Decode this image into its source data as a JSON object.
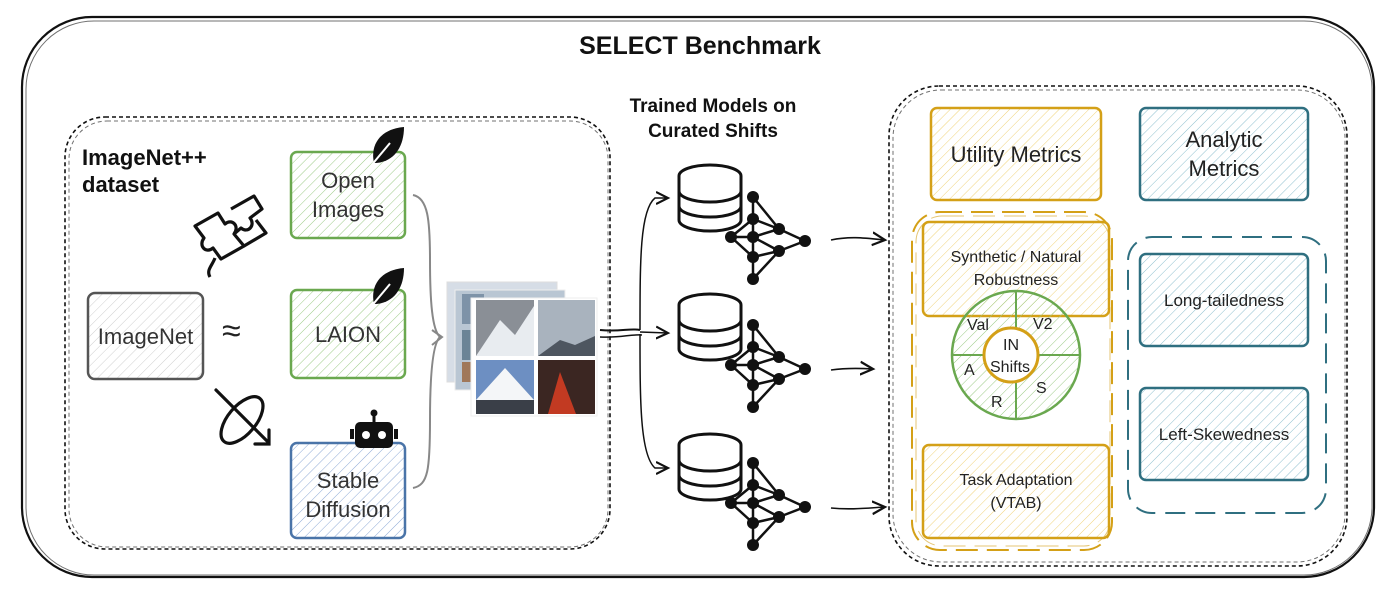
{
  "title": "SELECT Benchmark",
  "dataset": {
    "label_line1": "ImageNet++",
    "label_line2": "dataset",
    "source": "ImageNet",
    "approx_symbol": "≈",
    "targets": [
      {
        "line1": "Open",
        "line2": "Images",
        "icon": "leaf-icon"
      },
      {
        "line1": "LAION",
        "line2": "",
        "icon": "leaf-icon"
      },
      {
        "line1": "Stable",
        "line2": "Diffusion",
        "icon": "robot-icon"
      }
    ]
  },
  "models": {
    "title_line1": "Trained Models on",
    "title_line2": "Curated Shifts"
  },
  "metrics": {
    "utility": "Utility Metrics",
    "analytic_line1": "Analytic",
    "analytic_line2": "Metrics",
    "robustness_line1": "Synthetic / Natural",
    "robustness_line2": "Robustness",
    "shifts": {
      "center_line1": "IN",
      "center_line2": "Shifts",
      "val": "Val",
      "v2": "V2",
      "a": "A",
      "s": "S",
      "r": "R"
    },
    "task_line1": "Task Adaptation",
    "task_line2": "(VTAB)",
    "long_tail": "Long-tailedness",
    "left_skew": "Left-Skewedness"
  },
  "colors": {
    "green": "#6aa84f",
    "blue": "#4a74a8",
    "teal": "#2f6f80",
    "gold": "#d4a017"
  }
}
